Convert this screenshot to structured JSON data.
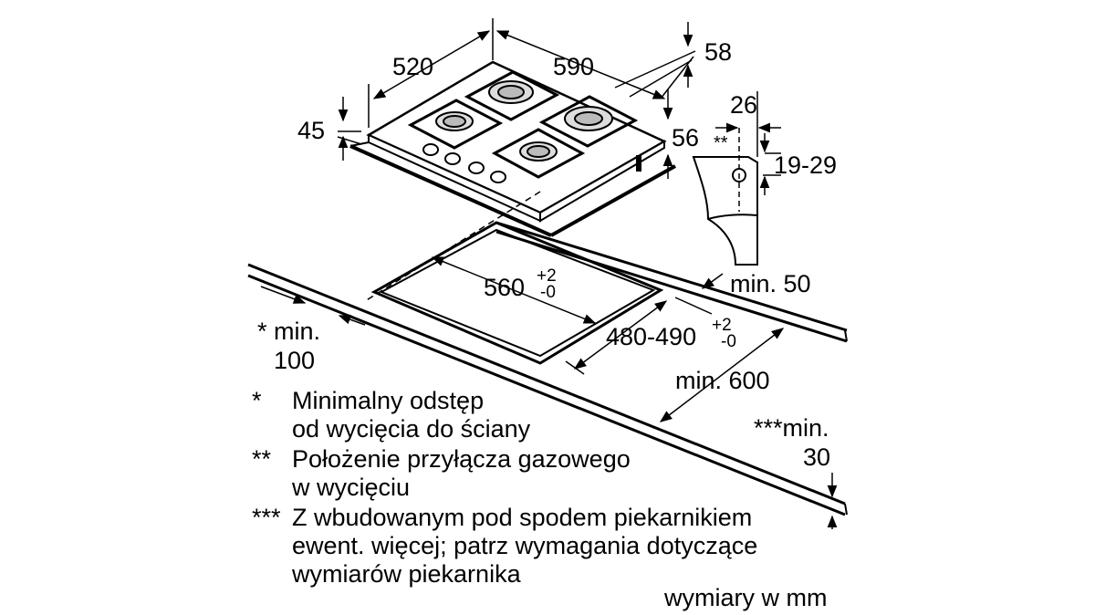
{
  "dimensions": {
    "hob_depth": "520",
    "hob_width": "590",
    "right_depth": "58",
    "height_total": "45",
    "right_height": "56",
    "connector_offset": "26",
    "connector_marker": "**",
    "connector_range": "19-29",
    "cutout_width_main": "560",
    "cutout_width_tol_plus": "+2",
    "cutout_width_tol_minus": "-0",
    "cutout_depth_main": "480-490",
    "cutout_depth_tol_plus": "+2",
    "cutout_depth_tol_minus": "-0",
    "min_front": "min. 50",
    "min_wall_line1": "* min.",
    "min_wall_line2": "100",
    "min_worktop": "min. 600",
    "min_thickness_line1": "***min.",
    "min_thickness_line2": "30"
  },
  "notes": [
    {
      "mark": "*",
      "lines": [
        "Minimalny odstęp",
        "od wycięcia do ściany"
      ]
    },
    {
      "mark": "**",
      "lines": [
        "Położenie przyłącza gazowego",
        "w wycięciu"
      ]
    },
    {
      "mark": "***",
      "lines": [
        "Z wbudowanym pod spodem piekarnikiem",
        "ewent. więcej; patrz wymagania dotyczące",
        "wymiarów piekarnika"
      ]
    }
  ],
  "units_note": "wymiary w mm"
}
